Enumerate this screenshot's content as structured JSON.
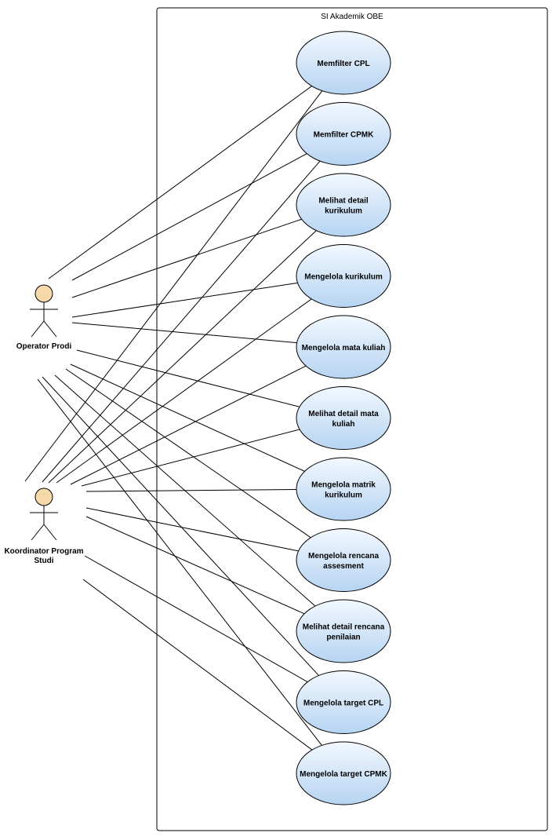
{
  "system": {
    "title": "SI Akademik OBE"
  },
  "actors": [
    {
      "id": "operator",
      "label_lines": [
        "Operator Prodi"
      ]
    },
    {
      "id": "koordinator",
      "label_lines": [
        "Koordinator Program",
        "Studi"
      ]
    }
  ],
  "use_cases": [
    {
      "id": "uc1",
      "label_lines": [
        "Memfilter CPL"
      ]
    },
    {
      "id": "uc2",
      "label_lines": [
        "Memfilter CPMK"
      ]
    },
    {
      "id": "uc3",
      "label_lines": [
        "Melihat detail",
        "kurikulum"
      ]
    },
    {
      "id": "uc4",
      "label_lines": [
        "Mengelola kurikulum"
      ]
    },
    {
      "id": "uc5",
      "label_lines": [
        "Mengelola mata kuliah"
      ]
    },
    {
      "id": "uc6",
      "label_lines": [
        "Melihat detail mata",
        "kuliah"
      ]
    },
    {
      "id": "uc7",
      "label_lines": [
        "Mengelola matrik",
        "kurikulum"
      ]
    },
    {
      "id": "uc8",
      "label_lines": [
        "Mengelola rencana",
        "assesment"
      ]
    },
    {
      "id": "uc9",
      "label_lines": [
        "Melihat detail rencana",
        "penilaian"
      ]
    },
    {
      "id": "uc10",
      "label_lines": [
        "Mengelola target CPL"
      ]
    },
    {
      "id": "uc11",
      "label_lines": [
        "Mengelola target CPMK"
      ]
    }
  ],
  "associations": [
    {
      "actor": "operator",
      "use_case": "uc1"
    },
    {
      "actor": "operator",
      "use_case": "uc2"
    },
    {
      "actor": "operator",
      "use_case": "uc3"
    },
    {
      "actor": "operator",
      "use_case": "uc4"
    },
    {
      "actor": "operator",
      "use_case": "uc5"
    },
    {
      "actor": "operator",
      "use_case": "uc6"
    },
    {
      "actor": "operator",
      "use_case": "uc7"
    },
    {
      "actor": "operator",
      "use_case": "uc8"
    },
    {
      "actor": "operator",
      "use_case": "uc9"
    },
    {
      "actor": "operator",
      "use_case": "uc10"
    },
    {
      "actor": "operator",
      "use_case": "uc11"
    },
    {
      "actor": "koordinator",
      "use_case": "uc1"
    },
    {
      "actor": "koordinator",
      "use_case": "uc2"
    },
    {
      "actor": "koordinator",
      "use_case": "uc3"
    },
    {
      "actor": "koordinator",
      "use_case": "uc4"
    },
    {
      "actor": "koordinator",
      "use_case": "uc5"
    },
    {
      "actor": "koordinator",
      "use_case": "uc6"
    },
    {
      "actor": "koordinator",
      "use_case": "uc7"
    },
    {
      "actor": "koordinator",
      "use_case": "uc8"
    },
    {
      "actor": "koordinator",
      "use_case": "uc9"
    },
    {
      "actor": "koordinator",
      "use_case": "uc10"
    },
    {
      "actor": "koordinator",
      "use_case": "uc11"
    }
  ],
  "colors": {
    "use_case_fill_top": "#f2f8ff",
    "use_case_fill_bottom": "#b6d4f2",
    "use_case_stroke": "#000000",
    "actor_head_fill": "#f5d9a8",
    "line": "#000000",
    "system_border": "#000000"
  }
}
